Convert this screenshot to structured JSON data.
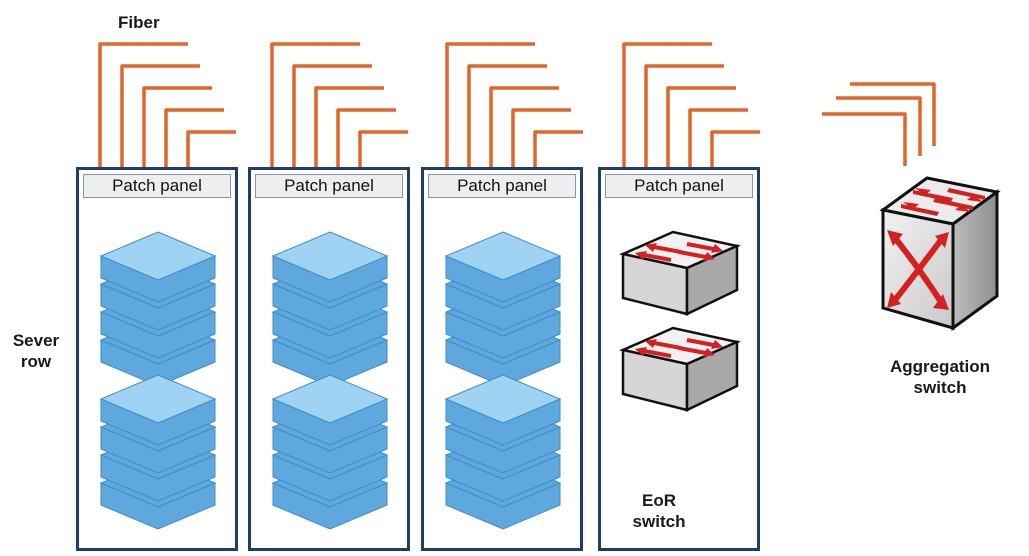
{
  "labels": {
    "fiber": "Fiber",
    "sever": "Sever",
    "row": "row",
    "aggregation": "Aggregation",
    "switch_word": "switch",
    "eor": "EoR",
    "eor_switch": "switch"
  },
  "racks": [
    {
      "panel": "Patch panel",
      "content": "servers"
    },
    {
      "panel": "Patch panel",
      "content": "servers"
    },
    {
      "panel": "Patch panel",
      "content": "servers"
    },
    {
      "panel": "Patch panel",
      "content": "eor-switches"
    }
  ],
  "colors": {
    "fiber": "#e0672a",
    "rack_border": "#1e3d6b",
    "server_top": "#9fd2f3",
    "server_side": "#5fa8de",
    "server_edge": "#3d8cc9",
    "switch_body": "#d9d9d9",
    "switch_arrow": "#d42020"
  },
  "icons": [
    "server-stack-icon",
    "switch-icon",
    "aggregation-switch-icon"
  ]
}
